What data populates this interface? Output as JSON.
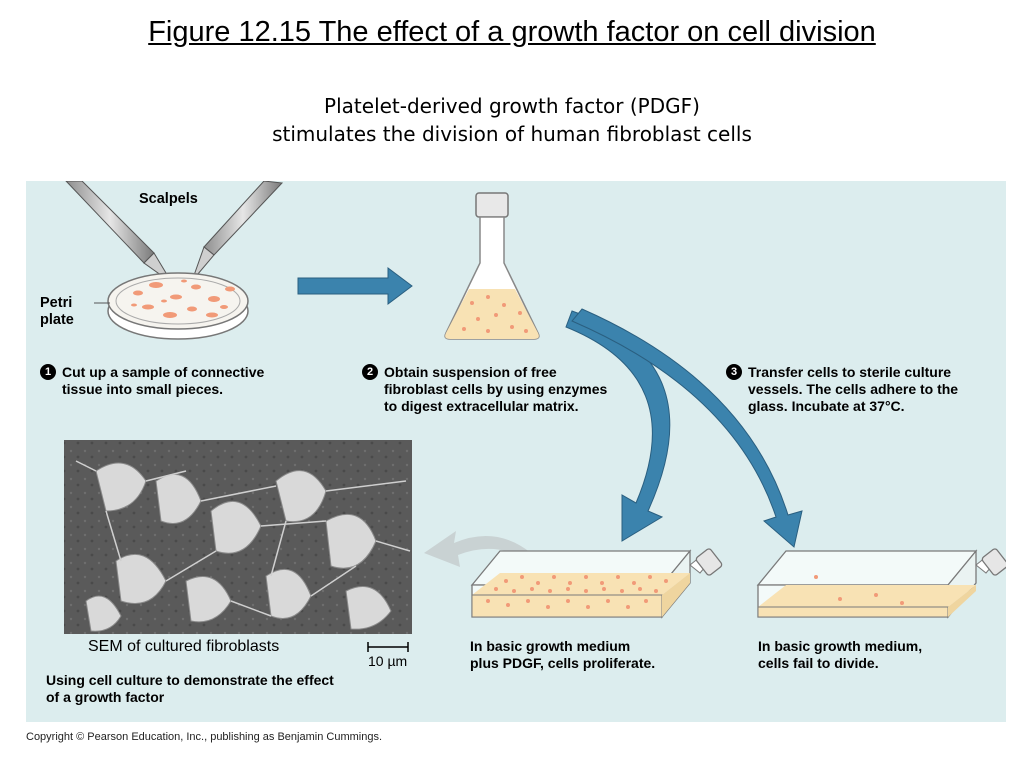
{
  "title": "Figure 12.15  The effect of a growth factor on cell division",
  "subtitle": {
    "line1": "Platelet-derived growth factor (PDGF)",
    "line2": "stimulates the division of human fibroblast cells"
  },
  "labels": {
    "scalpels": "Scalpels",
    "petri_line1": "Petri",
    "petri_line2": "plate"
  },
  "steps": [
    {
      "num": "1",
      "lines": [
        "Cut up a sample of connective",
        "tissue into small pieces."
      ]
    },
    {
      "num": "2",
      "lines": [
        "Obtain suspension of free",
        "fibroblast cells by using enzymes",
        "to digest extracellular matrix."
      ]
    },
    {
      "num": "3",
      "lines": [
        "Transfer cells to sterile culture",
        "vessels. The cells adhere to the",
        "glass. Incubate at 37°C."
      ]
    }
  ],
  "flasks": [
    {
      "lines": [
        "In basic growth medium",
        "plus PDGF, cells proliferate."
      ]
    },
    {
      "lines": [
        "In basic growth medium,",
        "cells fail to divide."
      ]
    }
  ],
  "sem": {
    "caption": "SEM of cultured fibroblasts",
    "scale": "10 µm",
    "bottom_lines": [
      "Using cell culture to demonstrate the effect",
      "of a growth factor"
    ]
  },
  "copyright": "Copyright © Pearson Education, Inc., publishing as Benjamin Cummings.",
  "colors": {
    "panel_bg": "#dcedee",
    "arrow_blue": "#3b83ad",
    "medium": "#f8e2b4",
    "cell_spot": "#f19a78"
  }
}
